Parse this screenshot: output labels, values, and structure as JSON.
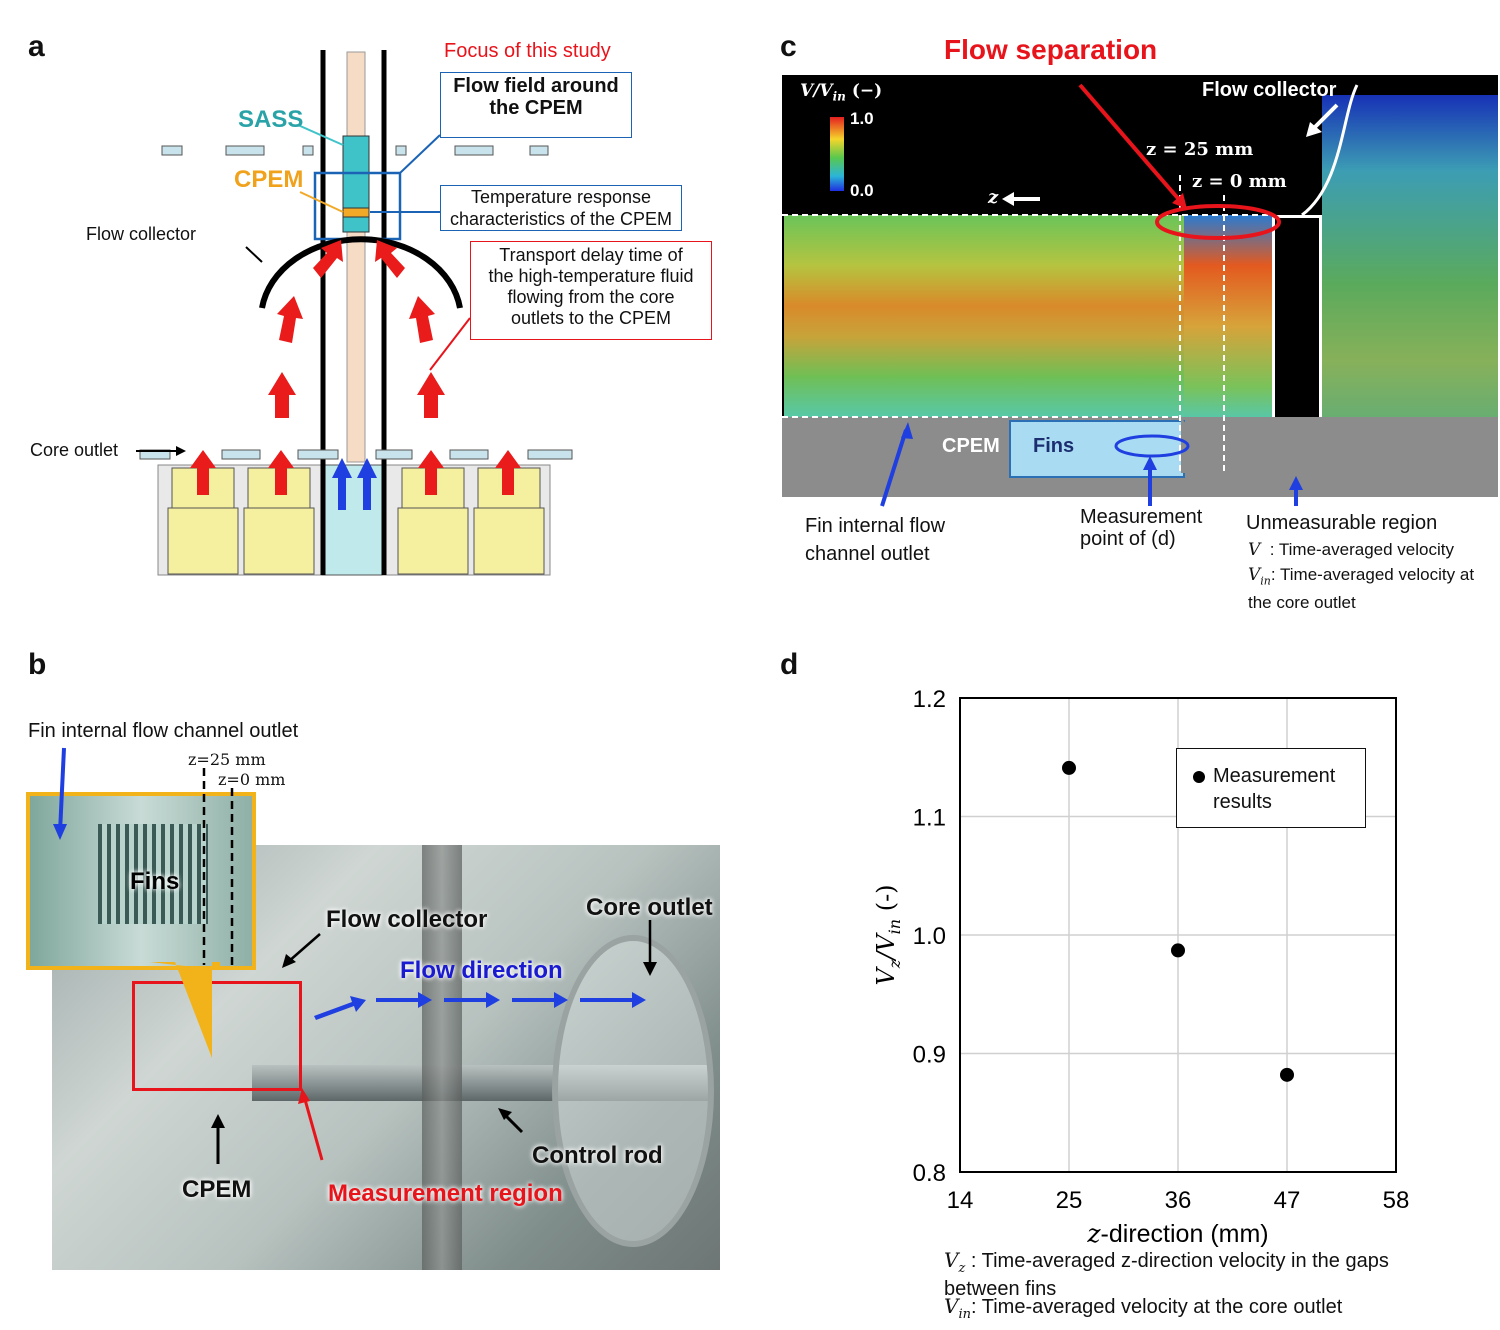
{
  "panels": {
    "a": {
      "letter": "a",
      "focus": "Focus of this study",
      "flow_field": "Flow field around\nthe CPEM",
      "sass": "SASS",
      "cpem": "CPEM",
      "flow_collector": "Flow collector",
      "temp_response": "Temperature response\ncharacteristics of the CPEM",
      "transport_delay": "Transport delay time of\nthe high-temperature fluid\nflowing from the core\noutlets to the CPEM",
      "core_outlet": "Core outlet"
    },
    "b": {
      "letter": "b",
      "fin_outlet": "Fin internal flow channel outlet",
      "z25": "z=25 mm",
      "z0": "z=0 mm",
      "fins": "Fins",
      "flow_collector": "Flow collector",
      "core_outlet": "Core outlet",
      "flow_direction": "Flow direction",
      "control_rod": "Control rod",
      "cpem": "CPEM",
      "measurement_region": "Measurement region"
    },
    "c": {
      "letter": "c",
      "flow_separation": "Flow separation",
      "colorbar_label": "V/V",
      "colorbar_sub": "in",
      "colorbar_unit": "(−)",
      "colorbar_max": "1.0",
      "colorbar_min": "0.0",
      "flow_collector": "Flow collector",
      "z25": "z = 25 mm",
      "z0": "z = 0 mm",
      "z_axis": "z",
      "cpem": "CPEM",
      "fins": "Fins",
      "fin_outlet": "Fin internal flow\nchannel outlet",
      "measurement_point": "Measurement\npoint of (d)",
      "unmeasurable": "Unmeasurable region",
      "v_def": ": Time-averaged velocity",
      "vin_def": ": Time-averaged velocity at\nthe core outlet"
    },
    "d": {
      "letter": "d",
      "legend_label": "Measurement\nresults",
      "note_vz": ": Time-averaged z-direction velocity in the gaps\n  between fins",
      "note_vin": ": Time-averaged velocity at the core outlet"
    }
  },
  "chart_data": {
    "type": "scatter",
    "xlabel": "z-direction (mm)",
    "ylabel": "V_z/V_in  (-)",
    "xlim": [
      14,
      58
    ],
    "ylim": [
      0.8,
      1.2
    ],
    "xticks": [
      14,
      25,
      36,
      47,
      58
    ],
    "yticks": [
      0.8,
      0.9,
      1.0,
      1.1,
      1.2
    ],
    "grid": true,
    "legend_position": "top-right",
    "series": [
      {
        "name": "Measurement results",
        "x": [
          25,
          36,
          47
        ],
        "y": [
          1.141,
          0.987,
          0.882
        ]
      }
    ]
  }
}
